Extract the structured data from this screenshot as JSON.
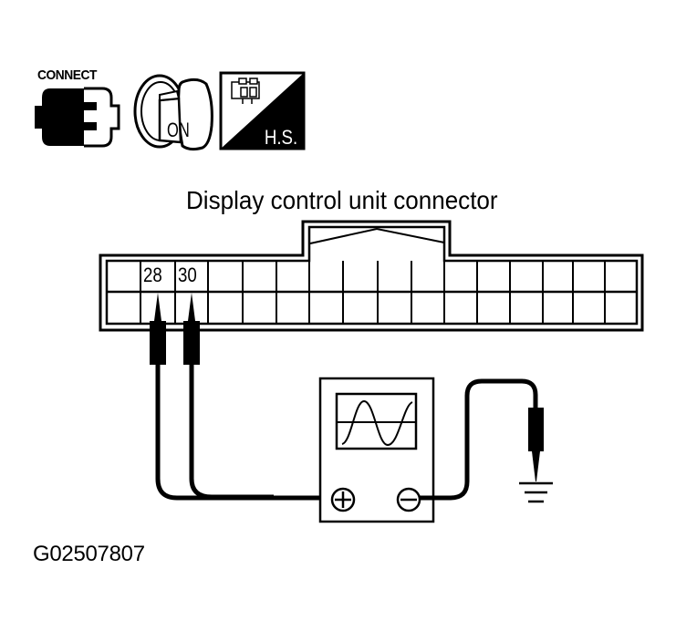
{
  "icons": {
    "connect": {
      "label": "CONNECT",
      "icon": "connector-connect-icon"
    },
    "ignition": {
      "label": "ON",
      "icon": "ignition-key-on-icon"
    },
    "harness_side": {
      "label": "H.S.",
      "icon": "harness-side-icon"
    }
  },
  "connector": {
    "title": "Display control unit connector",
    "columns": 16,
    "rows": 2,
    "terminals": [
      {
        "label": "28",
        "row": 0,
        "col": 1
      },
      {
        "label": "30",
        "row": 0,
        "col": 2
      }
    ]
  },
  "oscilloscope": {
    "positive_terminal": "+",
    "negative_terminal": "−",
    "waveform": "sine"
  },
  "ground": {
    "icon": "ground-symbol-icon"
  },
  "figure_id": "G02507807",
  "colors": {
    "line": "#000000",
    "background": "#ffffff"
  }
}
